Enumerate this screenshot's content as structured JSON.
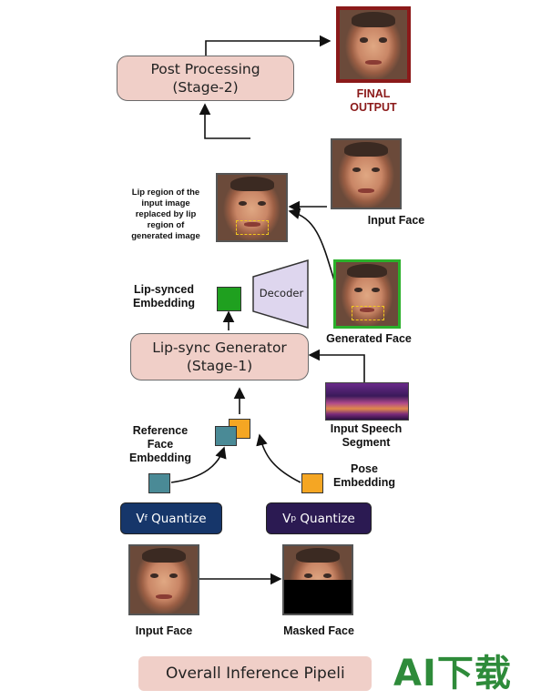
{
  "stages": {
    "post_processing": [
      "Post Processing",
      "(Stage-2)"
    ],
    "lipsync_generator": [
      "Lip-sync Generator",
      "(Stage-1)"
    ]
  },
  "labels": {
    "final_output": [
      "FINAL",
      "OUTPUT"
    ],
    "lip_region": [
      "Lip region of the",
      "input image",
      "replaced by lip",
      "region of",
      "generated image"
    ],
    "input_face_top": "Input Face",
    "lip_synced_embedding": [
      "Lip-synced",
      "Embedding"
    ],
    "decoder": "Decoder",
    "generated_face": "Generated Face",
    "input_speech": [
      "Input Speech",
      "Segment"
    ],
    "reference_face": [
      "Reference",
      "Face",
      "Embedding"
    ],
    "pose_embedding": [
      "Pose",
      "Embedding"
    ],
    "input_face_bottom": "Input Face",
    "masked_face": "Masked Face",
    "footer": "Overall Inference Pipeli",
    "watermark": "AI下载"
  },
  "quantize": {
    "vf": {
      "v": "V",
      "sub": "f",
      "text": " Quantize"
    },
    "vp": {
      "v": "V",
      "sub": "p",
      "text": " Quantize"
    }
  },
  "colors": {
    "stage_fill": "#f0cfc8",
    "final_output": "#8b1a1a",
    "lip_green": "#2bb02b",
    "reference_teal": "#4a8a96",
    "pose_orange": "#f5a623",
    "decoder_fill": "#ded6ee",
    "quant_vf": "#16366a",
    "quant_vp": "#2b1a52"
  }
}
